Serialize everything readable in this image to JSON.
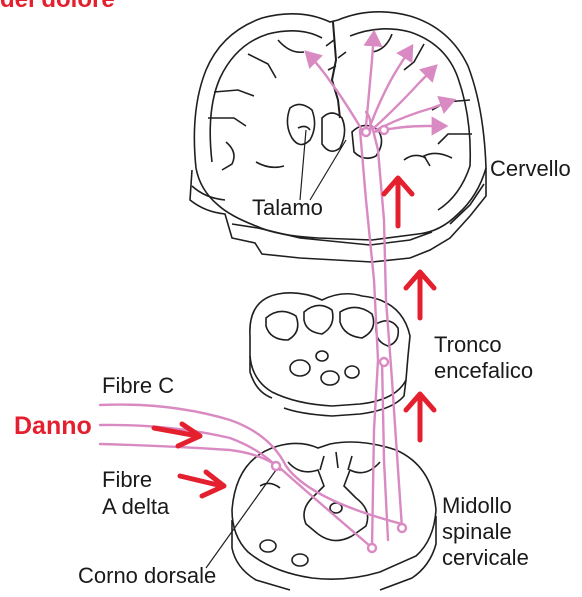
{
  "title": "del dolore",
  "labels": {
    "cervello": "Cervello",
    "talamo": "Talamo",
    "tronco_l1": "Tronco",
    "tronco_l2": "encefalico",
    "fibre_c": "Fibre C",
    "fibre_ad_l1": "Fibre",
    "fibre_ad_l2": "A delta",
    "danno": "Danno",
    "corno": "Corno dorsale",
    "midollo_l1": "Midollo",
    "midollo_l2": "spinale",
    "midollo_l3": "cervicale"
  },
  "colors": {
    "pathway": "#d98ac2",
    "arrow": "#e4202e",
    "outline": "#1f1f1f"
  }
}
